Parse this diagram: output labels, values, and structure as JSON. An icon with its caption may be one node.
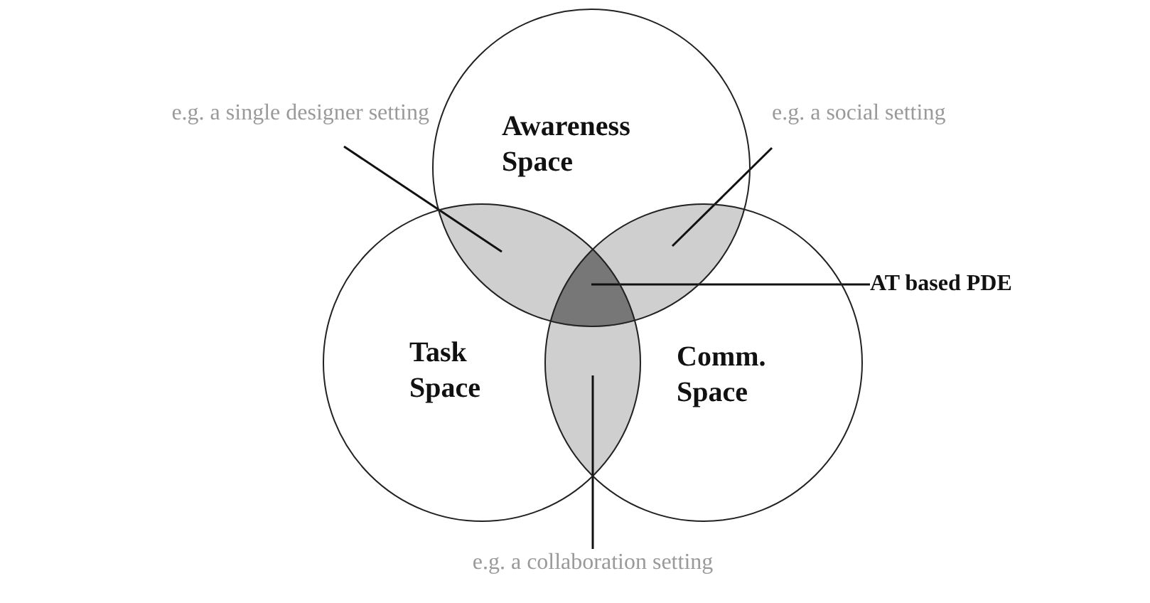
{
  "diagram": {
    "nodes": [
      {
        "text": [
          "Awareness Space"
        ]
      },
      {
        "text": [
          "Task Space"
        ]
      },
      {
        "text": [
          "Comm. Space"
        ]
      },
      {
        "text": [
          "e.g. a single designer setting"
        ]
      },
      {
        "text": [
          "e.g. a social setting"
        ]
      },
      {
        "text": [
          "AT based PDE"
        ]
      },
      {
        "text": [
          "e.g. a collaboration setting"
        ]
      }
    ],
    "edges": [
      {
        "from": 3,
        "to": 0,
        "arrow": "none"
      },
      {
        "from": 4,
        "to": 0,
        "arrow": "none"
      },
      {
        "from": 5,
        "to": 2,
        "arrow": "none"
      },
      {
        "from": 6,
        "to": 1,
        "arrow": "none"
      }
    ]
  }
}
